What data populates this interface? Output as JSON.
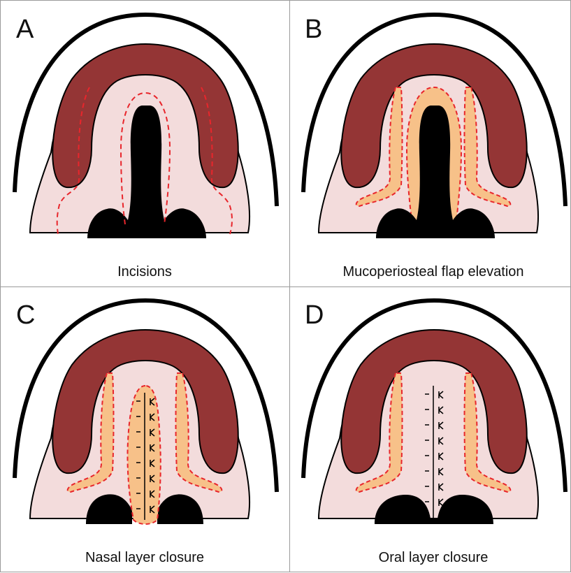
{
  "panels": [
    {
      "letter": "A",
      "caption": "Incisions"
    },
    {
      "letter": "B",
      "caption": "Mucoperiosteal flap elevation"
    },
    {
      "letter": "C",
      "caption": "Nasal layer closure"
    },
    {
      "letter": "D",
      "caption": "Oral layer closure"
    }
  ],
  "colors": {
    "palate_tissue": "#f3dcdc",
    "alveolar_ridge": "#943535",
    "cleft": "#000000",
    "flap": "#f7c189",
    "incision": "#e8262c",
    "outline": "#000000"
  }
}
